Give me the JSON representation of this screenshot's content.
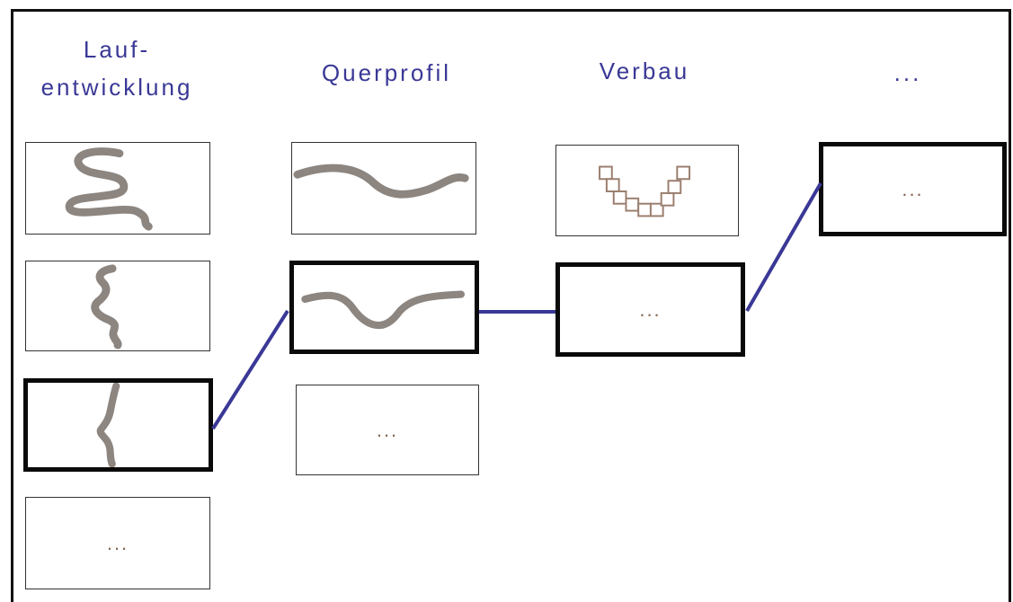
{
  "columns": {
    "laufentwicklung": {
      "title_line1": "Lauf-",
      "title_line2": "entwicklung"
    },
    "querprofil": {
      "title": "Querprofil"
    },
    "verbau": {
      "title": "Verbau"
    },
    "more": {
      "title": "..."
    }
  },
  "placeholder": "...",
  "colors": {
    "title": "#3a3896",
    "connector": "#3a3896",
    "stroke": "#8c8580",
    "dots": "#8a6a58"
  }
}
